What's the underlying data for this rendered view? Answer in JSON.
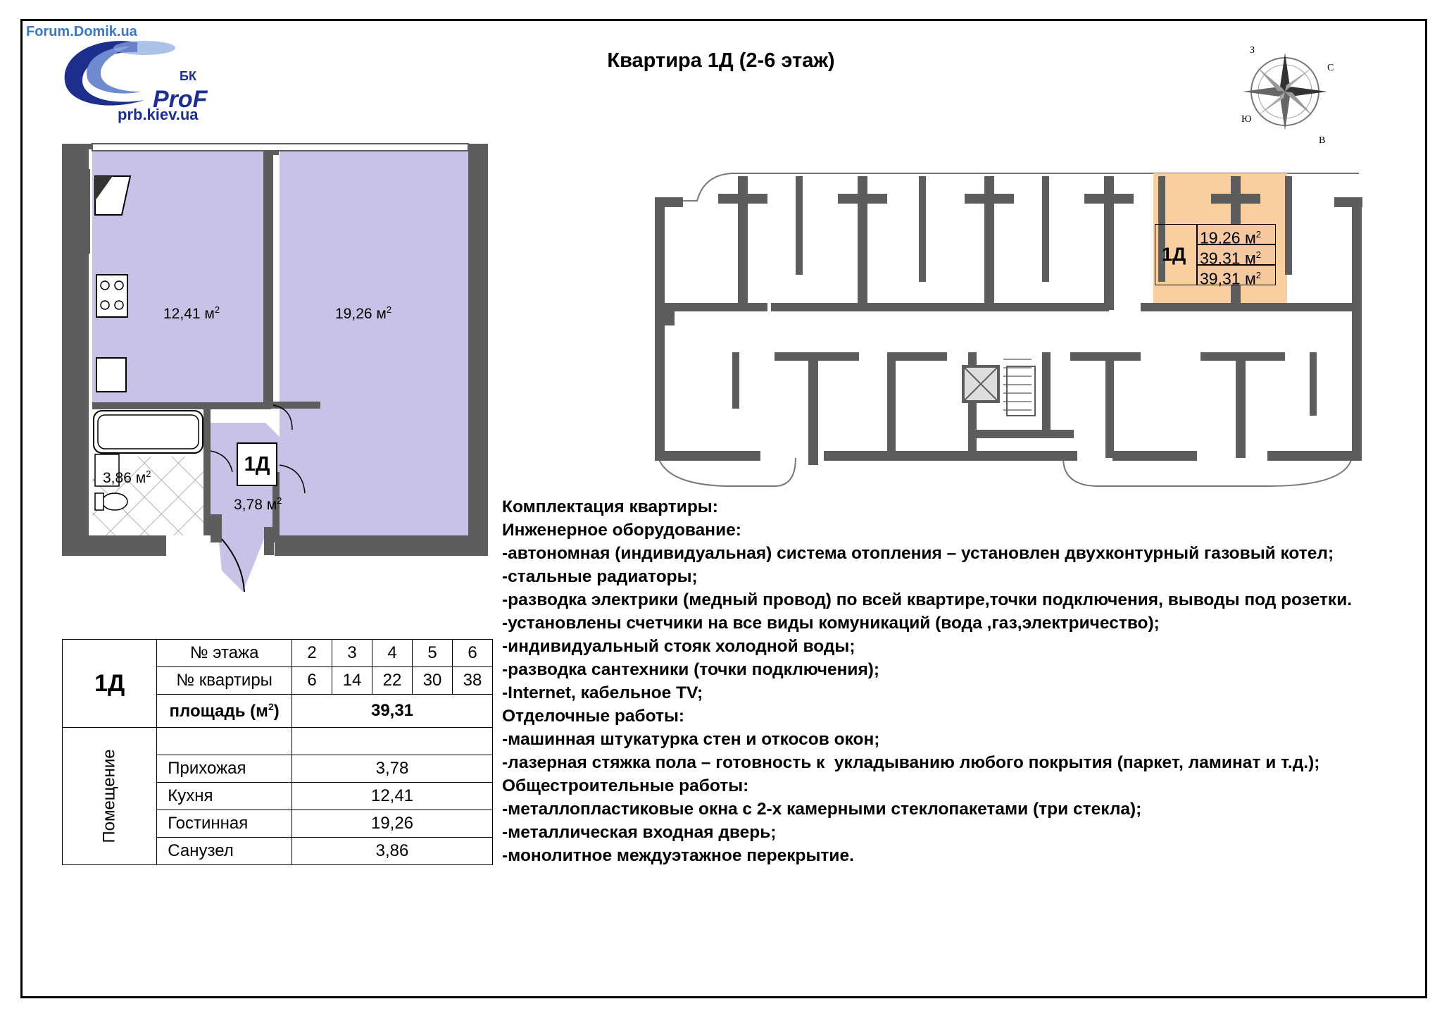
{
  "header": {
    "title": "Квартира 1Д (2-6 этаж)"
  },
  "logo": {
    "forum": "Forum.Domik.ua",
    "bk": "БК",
    "prof": "ProF",
    "site": "prb.kiev.ua"
  },
  "compass": {
    "n": "С",
    "s": "Ю",
    "e": "В",
    "w": "З"
  },
  "plan": {
    "apartment_code": "1Д",
    "rooms": {
      "kitchen_area": "12,41 м",
      "living_area": "19,26 м",
      "bathroom_area": "3,86 м",
      "hall_area": "3,78 м",
      "unit_sup": "2"
    }
  },
  "floor_overview": {
    "apartment_code": "1Д",
    "areas": [
      "19,26 м",
      "39,31 м",
      "39,31 м"
    ],
    "unit_sup": "2",
    "highlight_color": "#f9cf9f"
  },
  "info_table": {
    "code": "1Д",
    "floor_label": "№ этажа",
    "floors": [
      "2",
      "3",
      "4",
      "5",
      "6"
    ],
    "apartment_label": "№ квартиры",
    "apartments": [
      "6",
      "14",
      "22",
      "30",
      "38"
    ],
    "area_label": "площадь (м",
    "area_label_sup": "2",
    "area_label_end": ")",
    "total_area": "39,31",
    "rooms_label": "Помещение",
    "rooms": [
      {
        "name": "Прихожая",
        "area": "3,78"
      },
      {
        "name": "Кухня",
        "area": "12,41"
      },
      {
        "name": "Гостинная",
        "area": "19,26"
      },
      {
        "name": "Санузел",
        "area": "3,86"
      }
    ]
  },
  "spec": {
    "lines": [
      "Комплектация квартиры:",
      "",
      "Инженерное оборудование:",
      "-автономная (индивидуальная) система отопления – установлен двухконтурный газовый котел;",
      "-стальные радиаторы;",
      "-разводка электрики (медный провод) по всей квартире,точки подключения, выводы под розетки.",
      "-установлены счетчики на все виды комуникаций (вода ,газ,электричество);",
      "-индивидуальный стояк холодной воды;",
      "-разводка сантехники (точки подключения);",
      "-Internet, кабельное TV;",
      "",
      "Отделочные работы:",
      "-машинная штукатурка стен и откосов окон;",
      "-лазерная стяжка пола – готовность к  укладыванию любого покрытия (паркет, ламинат и т.д.);",
      "Общестроительные работы:",
      "-металлопластиковые окна с 2-х камерными стеклопакетами (три стекла);",
      "-металлическая входная дверь;",
      "-монолитное междуэтажное перекрытие."
    ]
  },
  "colors": {
    "wall": "#5d5d5d",
    "room_fill": "#c8c2e6",
    "tile_lines": "#9a9a9a",
    "logo_blue": "#1d2e8c"
  }
}
